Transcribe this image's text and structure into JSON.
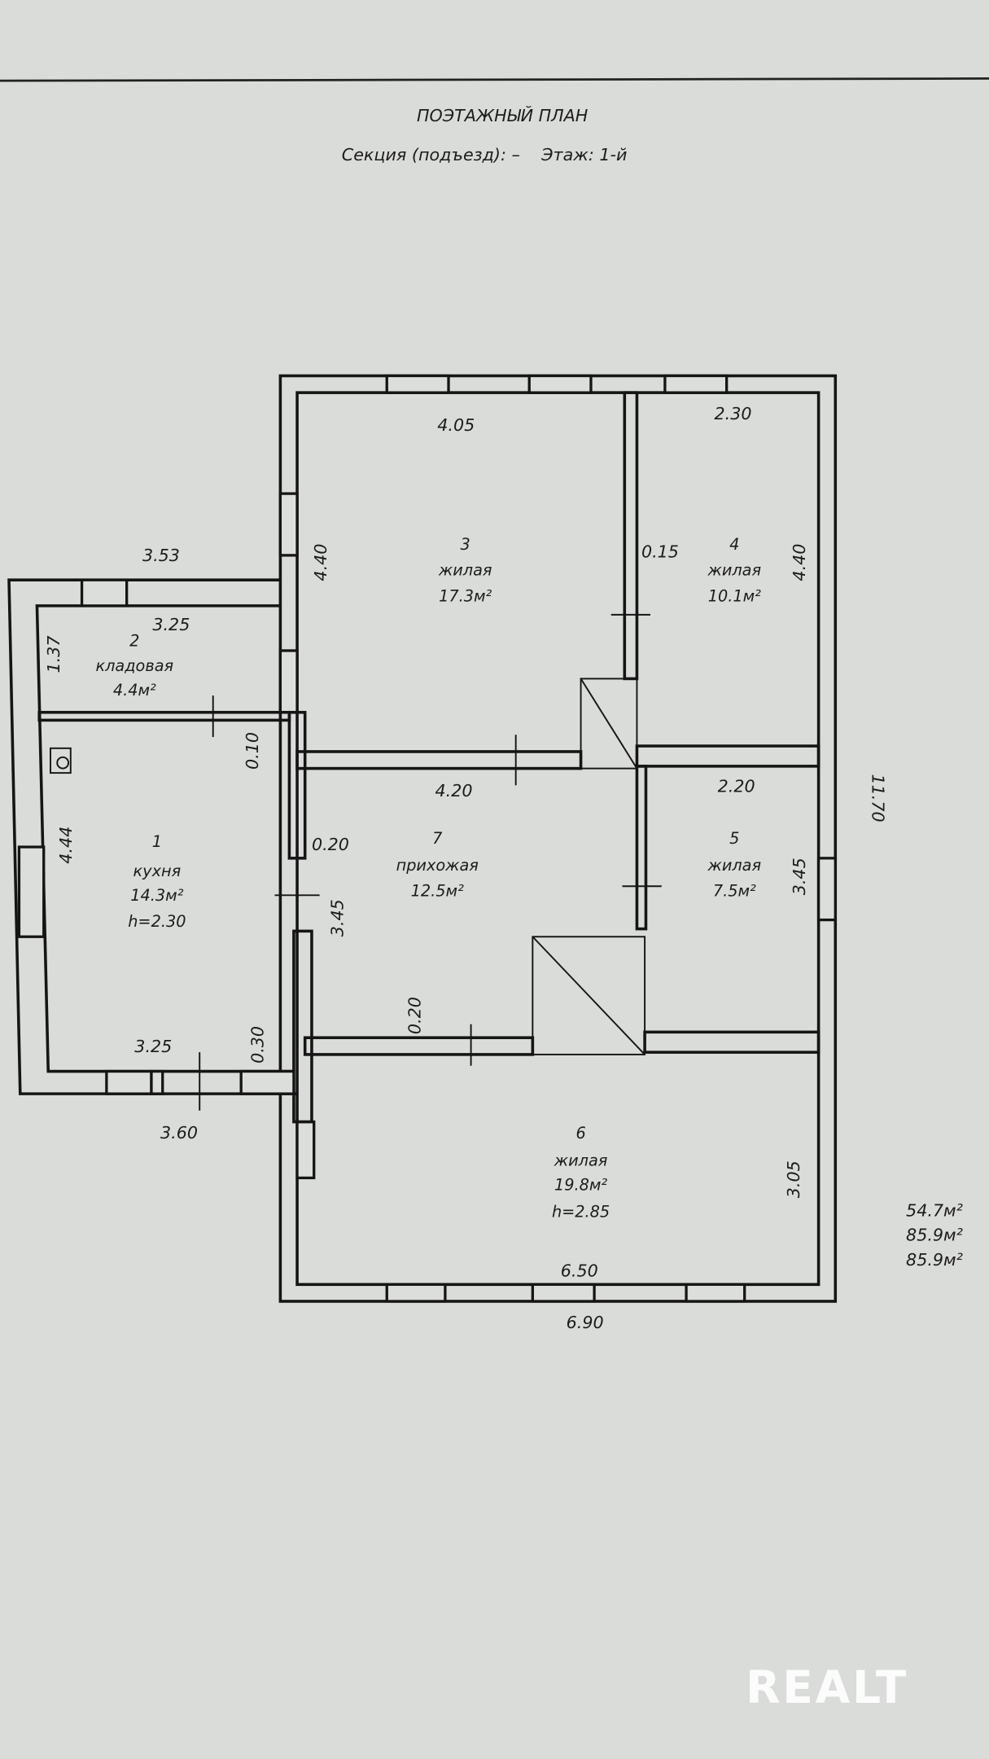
{
  "header": {
    "title": "ПОЭТАЖНЫЙ ПЛАН",
    "subtitle": "Секция (подъезд): –    Этаж: 1-й"
  },
  "rooms": [
    {
      "num": "1",
      "name": "кухня",
      "area": "14.3м²",
      "height": "h=2.30"
    },
    {
      "num": "2",
      "name": "кладовая",
      "area": "4.4м²"
    },
    {
      "num": "3",
      "name": "жилая",
      "area": "17.3м²"
    },
    {
      "num": "4",
      "name": "жилая",
      "area": "10.1м²"
    },
    {
      "num": "5",
      "name": "жилая",
      "area": "7.5м²"
    },
    {
      "num": "6",
      "name": "жилая",
      "area": "19.8м²",
      "height": "h=2.85"
    },
    {
      "num": "7",
      "name": "прихожая",
      "area": "12.5м²"
    }
  ],
  "dimensions": {
    "annex_top": "3.53",
    "room2_width": "3.25",
    "room2_depth": "1.37",
    "room1_depth": "4.44",
    "wall_010": "0.10",
    "room1_width": "3.25",
    "wall_030": "0.30",
    "annex_bottom": "3.60",
    "room3_width": "4.05",
    "room3_depth": "4.40",
    "wall_015": "0.15",
    "room4_width": "2.30",
    "room4_depth": "4.40",
    "total_depth": "11.70",
    "room7_width": "4.20",
    "wall_020a": "0.20",
    "room7_depth": "3.45",
    "room5_width": "2.20",
    "room5_depth": "3.45",
    "wall_020b": "0.20",
    "room6_depth": "3.05",
    "room6_width": "6.50",
    "total_width": "6.90"
  },
  "totals": [
    "54.7м²",
    "85.9м²",
    "85.9м²"
  ],
  "watermark": "REALT"
}
